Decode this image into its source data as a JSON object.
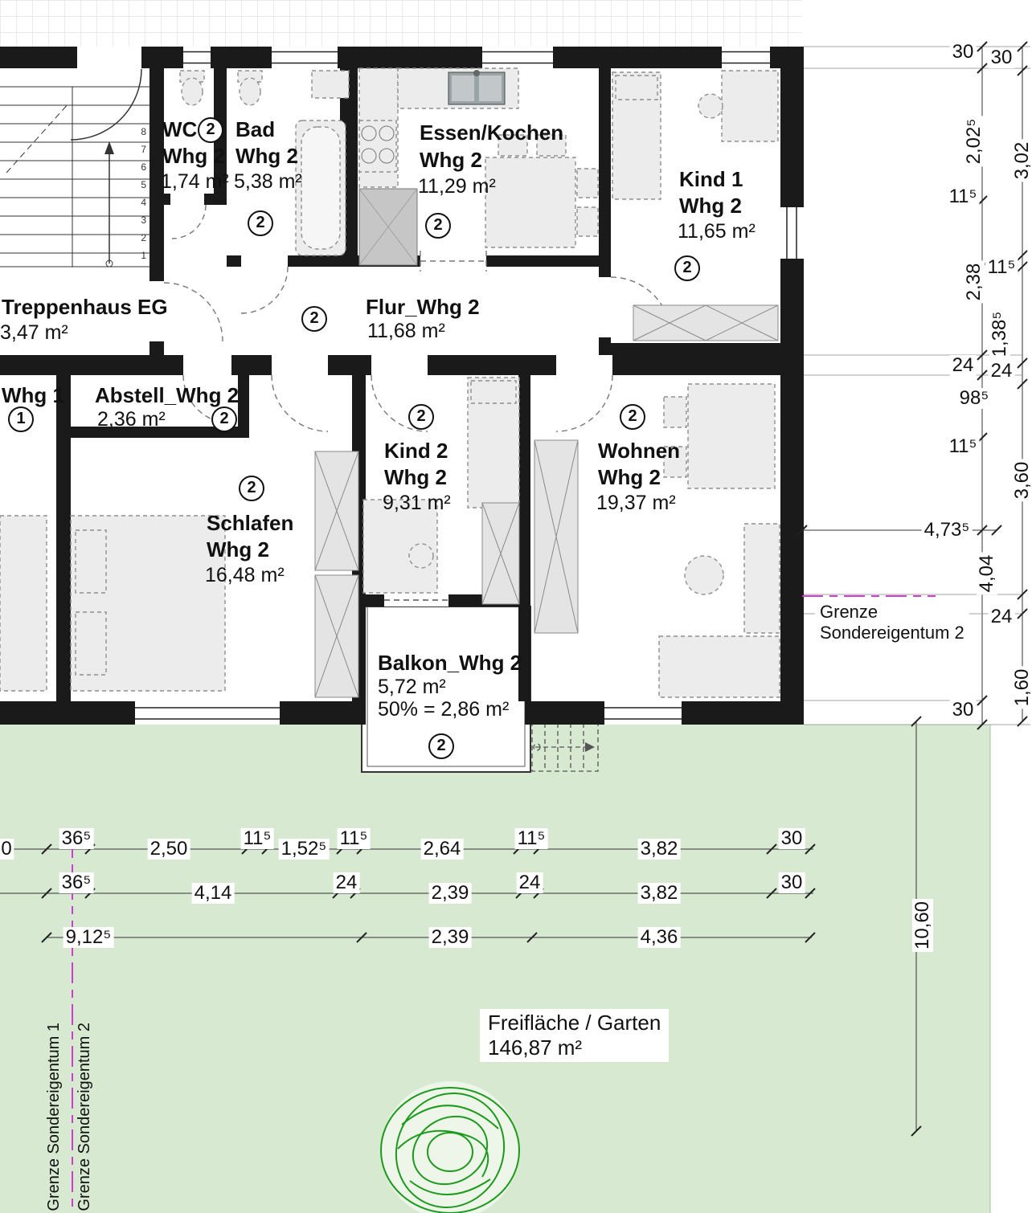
{
  "rooms": {
    "wc": {
      "name": "WC",
      "sub": "Whg 2",
      "area": "1,74 m²",
      "badge": "2"
    },
    "bad": {
      "name": "Bad",
      "sub": "Whg 2",
      "area": "5,38 m²",
      "badge": "2"
    },
    "essen": {
      "name": "Essen/Kochen",
      "sub": "Whg 2",
      "area": "11,29 m²",
      "badge": "2"
    },
    "kind1": {
      "name": "Kind 1",
      "sub": "Whg 2",
      "area": "11,65 m²",
      "badge": "2"
    },
    "treppenhaus": {
      "name": "Treppenhaus EG",
      "area": "3,47 m²"
    },
    "flur": {
      "name": "Flur_Whg 2",
      "area": "11,68 m²",
      "badge": "2"
    },
    "whg1": {
      "name": "Whg 1",
      "badge": "1"
    },
    "abstell": {
      "name": "Abstell_Whg 2",
      "area": "2,36 m²",
      "badge": "2"
    },
    "kind2": {
      "name": "Kind 2",
      "sub": "Whg 2",
      "area": "9,31 m²",
      "badge": "2"
    },
    "wohnen": {
      "name": "Wohnen",
      "sub": "Whg 2",
      "area": "19,37 m²",
      "badge": "2"
    },
    "schlafen": {
      "name": "Schlafen",
      "sub": "Whg 2",
      "area": "16,48 m²",
      "badge": "2"
    },
    "balkon": {
      "name": "Balkon_Whg 2",
      "area": "5,72 m²",
      "area_half": "50% = 2,86 m²",
      "badge": "2"
    }
  },
  "garden": {
    "title": "Freifläche / Garten",
    "area": "146,87 m²"
  },
  "boundaries": {
    "right_line1": "Grenze",
    "right_line2": "Sondereigentum 2",
    "left_outer": "Grenze Sondereigentum 1",
    "left_inner": "Grenze Sondereigentum 2"
  },
  "stairs": {
    "treads": [
      "8",
      "7",
      "6",
      "5",
      "4",
      "3",
      "2",
      "1"
    ]
  },
  "dims": {
    "right": [
      "30",
      "30",
      "2,02⁵",
      "3,02",
      "11⁵",
      "11⁵",
      "2,38",
      "1,38⁵",
      "24",
      "24",
      "98⁵",
      "11⁵",
      "3,60",
      "4,73⁵",
      "4,04",
      "24",
      "1,60",
      "30"
    ],
    "bottom1": [
      "0",
      "36⁵",
      "2,50",
      "11⁵",
      "1,52⁵",
      "11⁵",
      "2,64",
      "11⁵",
      "3,82",
      "30"
    ],
    "bottom2": [
      "36⁵",
      "4,14",
      "24",
      "2,39",
      "24",
      "3,82",
      "30"
    ],
    "bottom3": [
      "9,12⁵",
      "2,39",
      "4,36"
    ],
    "vertical": "10,60"
  },
  "colors": {
    "garden": "#d7e9d0",
    "wall": "#1a1a1a",
    "boundary": "#d23bd2",
    "tree": "#1d9a1d"
  }
}
